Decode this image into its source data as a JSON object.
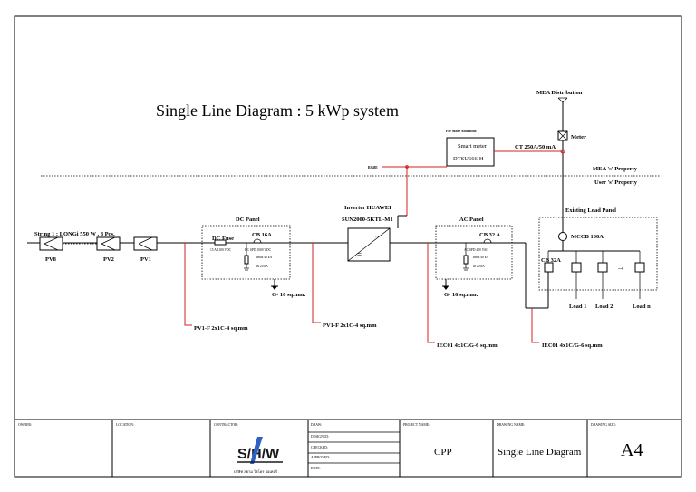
{
  "title": "Single Line Diagram : 5 kWp system",
  "mea_distribution": "MEA Distribution",
  "meter": "Meter",
  "ct": "CT 250A/50 mA",
  "for_mode": "For Mode Androflux",
  "smart_meter": "Smart meter",
  "smart_meter_model": "DTSU666-H",
  "rs485": "RS485",
  "mea_property": "MEA 's' Property",
  "user_property": "User 's' Property",
  "string_label": "String 1 : LONGi 550 W , 8 Pcs.",
  "pv8": "PV8",
  "pv2": "PV2",
  "pv1": "PV1",
  "dc_panel": "DC Panel",
  "dc_fuse": "DC Fuse",
  "dc_fuse_spec": "15 A 1100 VDC",
  "cb_dc": "CB 16A",
  "dc_spd_spec": "DC SPD 1000 VDC",
  "dc_spd_imax": "Imax 40 kA",
  "dc_spd_in": "In 20 kA",
  "ground_dc": "G- 16 sq.mm.",
  "inverter_brand": "Inverter HUAWEI",
  "inverter_model": "SUN2000-5KTL-M1",
  "inv_ac_symbol": "~",
  "inv_dc_symbol": "=",
  "ac_panel": "AC Panel",
  "cb_ac": "CB 32 A",
  "ac_spd_spec": "AC SPD 420 VAC",
  "ac_spd_imax": "Imax 40 kA",
  "ac_spd_in": "In 20 kA",
  "ground_ac": "G- 16 sq.mm.",
  "existing_load": "Existing Load Panel",
  "mccb": "MCCB 100A",
  "cb_load": "CB 32A",
  "arrow": "→",
  "load1": "Load 1",
  "load2": "Load 2",
  "loadn": "Load n",
  "cable1": "PV1-F 2x1C-4 sq.mm",
  "cable2": "PV1-F 2x1C-4 sq.mm",
  "cable3": "IEC01 4x1C/G-6 sq.mm",
  "cable4": "IEC01 4x1C/G-6 sq.mm",
  "titleblock": {
    "owner": "OWNER:",
    "location": "LOCATION:",
    "contractor": "CONTRACTOR:",
    "logo_text": "S/H/W",
    "logo_sub": "บริษัท สยาม ไฮโดร วอเทอร์",
    "draw": "DRAW:",
    "designed": "DESIGNED:",
    "checked": "CHECKED:",
    "approved": "APPROVED:",
    "date": "DATE:",
    "project_name_lbl": "PROJECT NAME:",
    "project_name": "CPP",
    "drawing_name_lbl": "DRAWING NAME:",
    "drawing_name": "Single Line Diagram",
    "drawing_size_lbl": "DRAWING SIZE:",
    "drawing_size": "A4"
  }
}
